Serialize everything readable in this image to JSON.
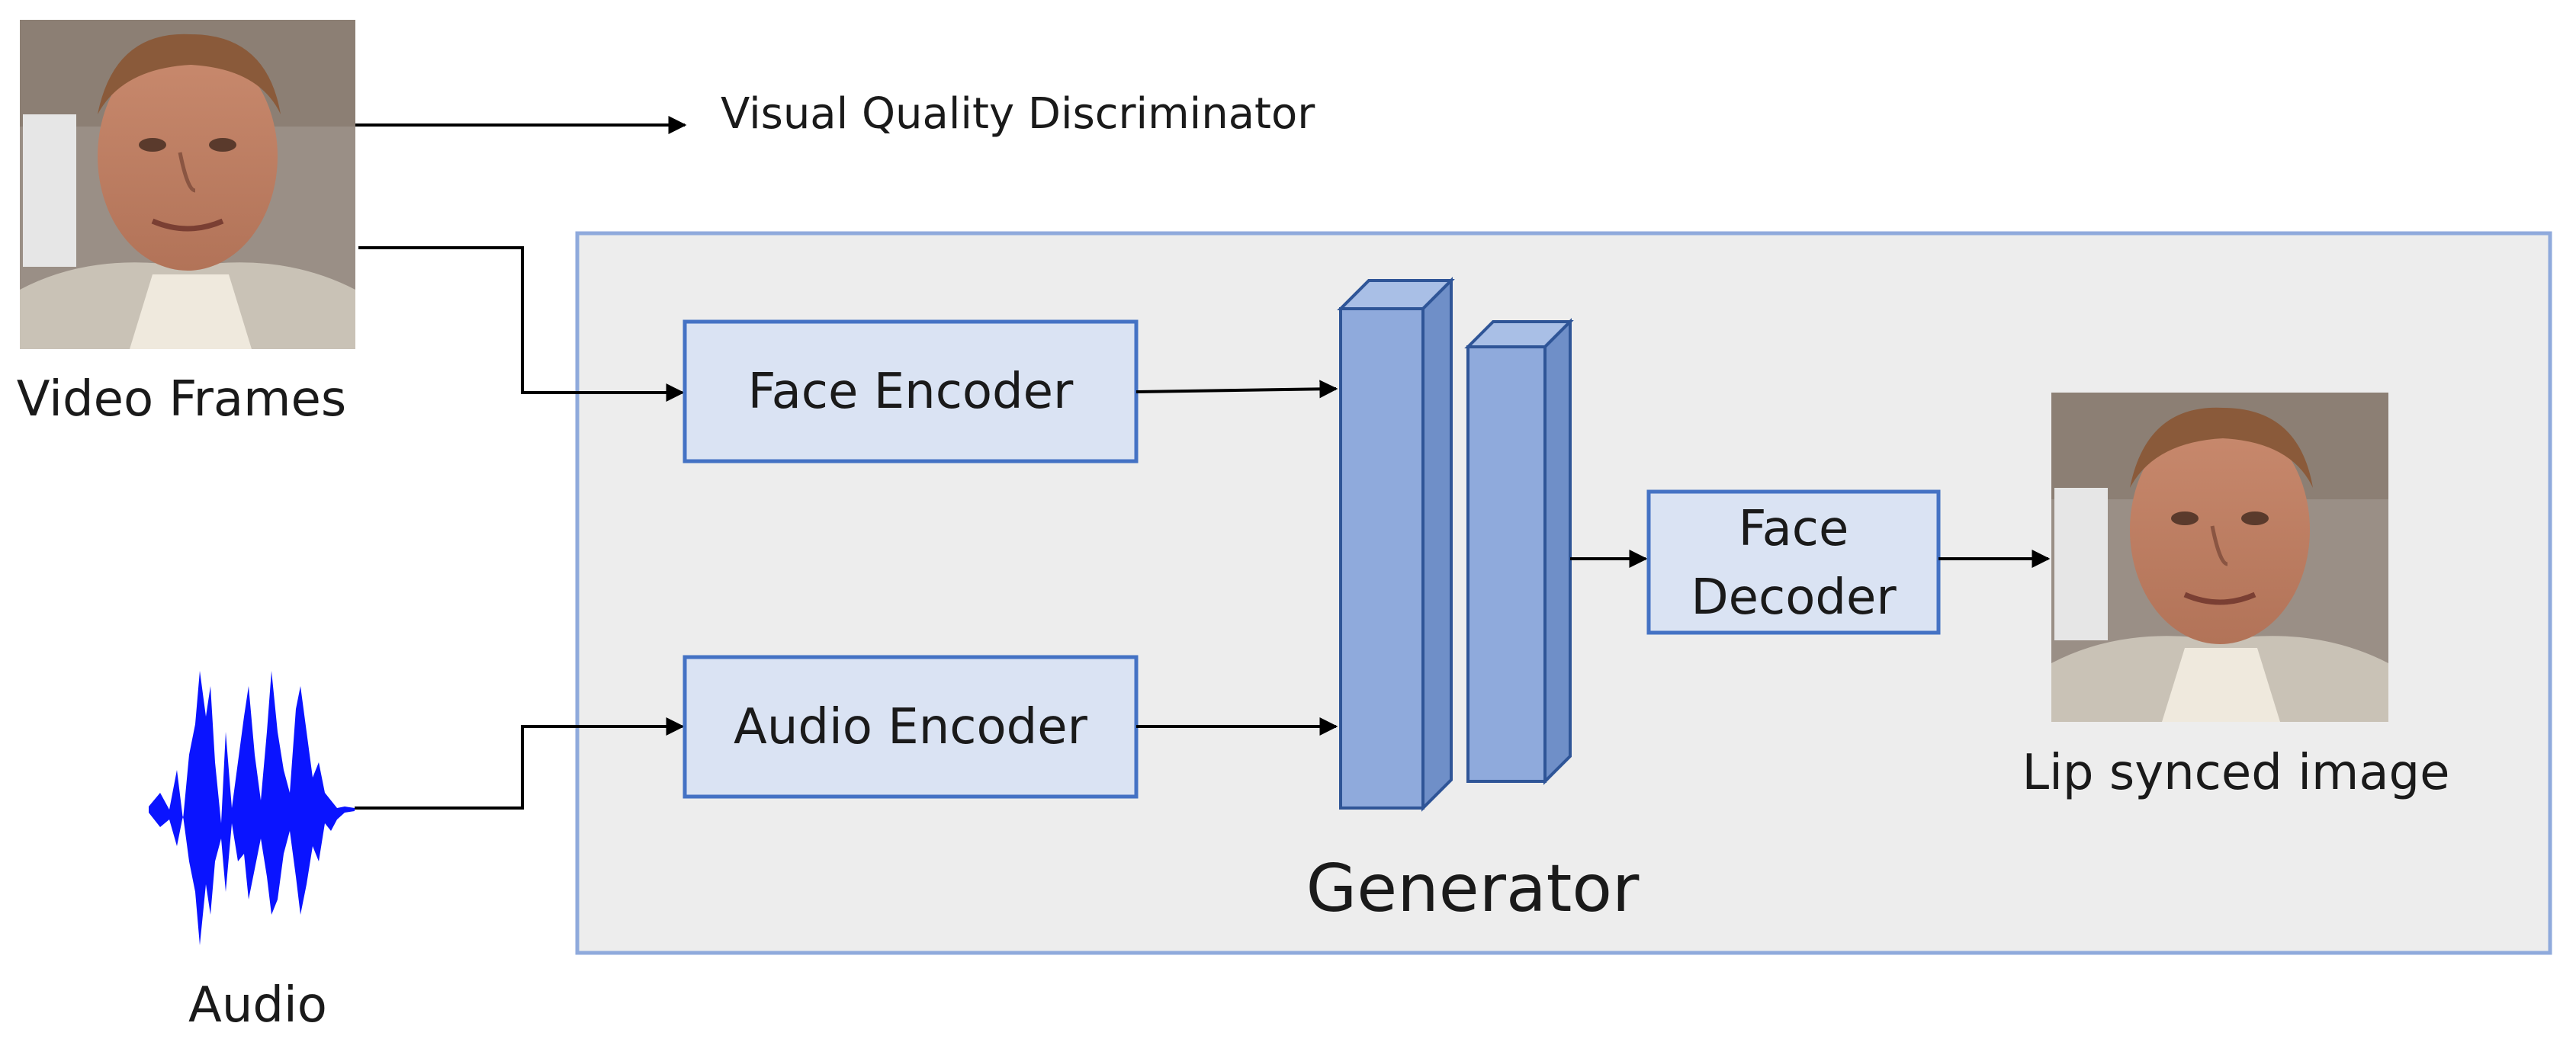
{
  "labels": {
    "video_frames": "Video Frames",
    "visual_quality_discriminator": "Visual Quality Discriminator",
    "face_encoder": "Face Encoder",
    "audio_encoder": "Audio Encoder",
    "face_decoder_line1": "Face",
    "face_decoder_line2": "Decoder",
    "generator": "Generator",
    "lip_synced_image": "Lip synced image",
    "audio": "Audio"
  },
  "colors": {
    "box_fill": "#dae3f3",
    "box_border": "#4472c4",
    "panel_fill": "#ededed",
    "panel_border": "#8faadc",
    "block_front": "#8faadc",
    "block_side": "#6f8fc8",
    "block_border": "#2f5597",
    "waveform": "#0a14ff",
    "line": "#000000"
  }
}
